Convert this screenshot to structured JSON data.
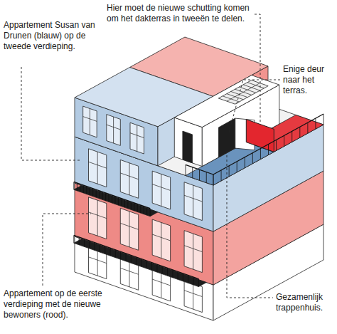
{
  "diagram": {
    "labels": [
      "Hier moet de nieuwe schutting komen om het dakterras in tweeën te delen.",
      "Enige deur naar het terras.",
      "Appartement Susan van Drunen (blauw) op de tweede verdieping.",
      "Gezamenlijk trappenhuis.",
      "Appartement op de eerste verdieping met de nieuwe bewoners (rood)."
    ]
  }
}
